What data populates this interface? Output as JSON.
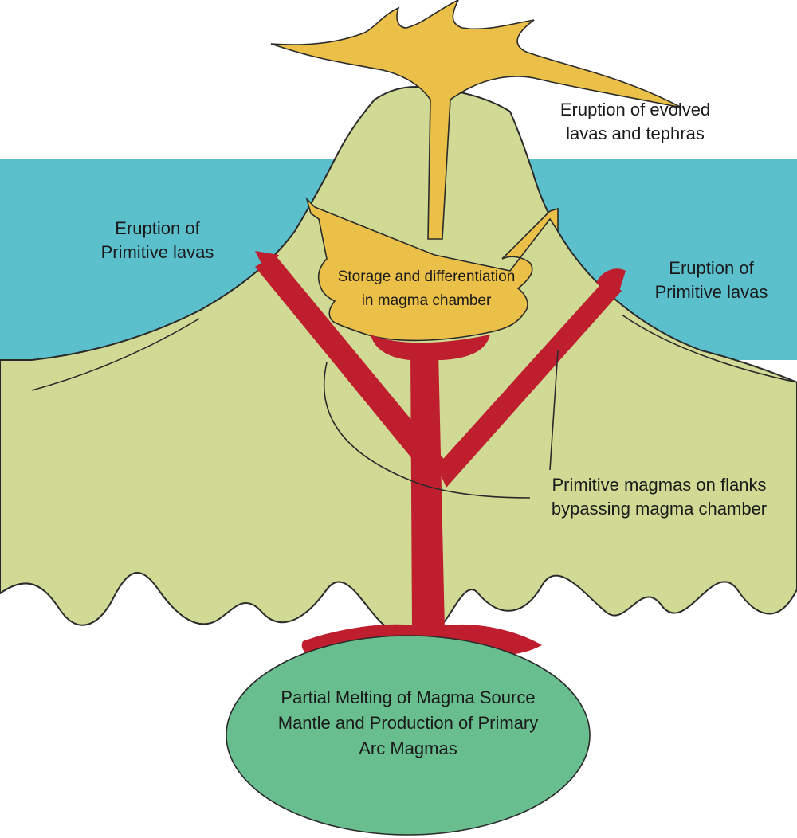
{
  "colors": {
    "sea": "#5bbfcc",
    "land": "#d1da94",
    "lava_evolved": "#ebc048",
    "magma_primitive": "#bf1e2e",
    "source_region": "#69be8f",
    "outline": "#2a2a2a"
  },
  "labels": {
    "eruption_evolved": [
      "Eruption of evolved",
      "lavas and tephras"
    ],
    "eruption_primitive_left": [
      "Eruption of",
      "Primitive lavas"
    ],
    "eruption_primitive_right": [
      "Eruption of",
      "Primitive lavas"
    ],
    "magma_chamber": [
      "Storage and differentiation",
      "in magma chamber"
    ],
    "flank_bypass": [
      "Primitive magmas on flanks",
      "bypassing magma chamber"
    ],
    "magma_source": [
      "Partial Melting of Magma Source",
      "Mantle and Production of Primary",
      "Arc Magmas"
    ]
  }
}
